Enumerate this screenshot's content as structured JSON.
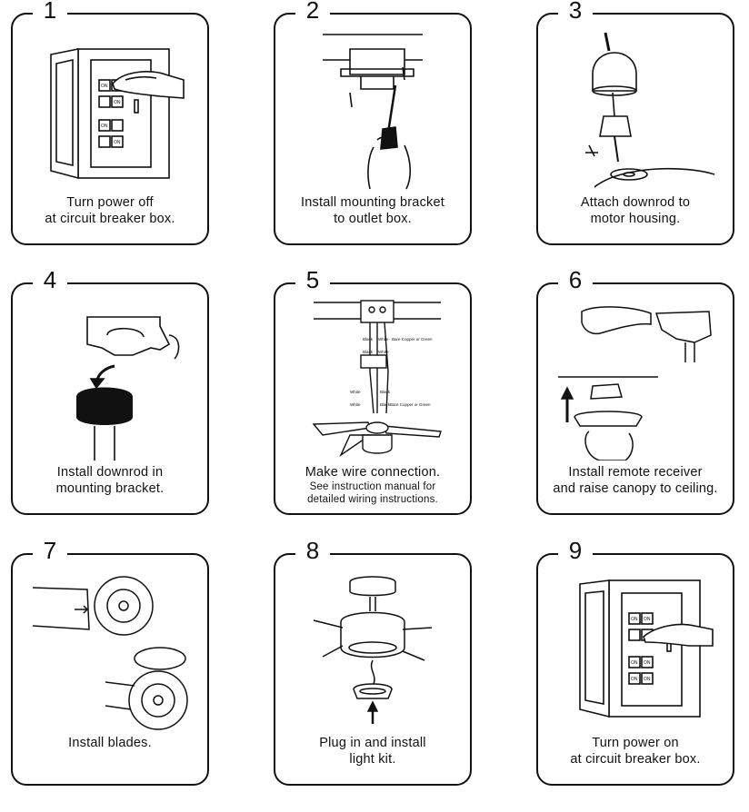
{
  "steps": [
    {
      "num": "1",
      "line1": "Turn power off",
      "line2": "at circuit breaker box."
    },
    {
      "num": "2",
      "line1": "Install mounting bracket",
      "line2": "to outlet box."
    },
    {
      "num": "3",
      "line1": "Attach downrod to",
      "line2": "motor housing."
    },
    {
      "num": "4",
      "line1": "Install downrod in",
      "line2": "mounting bracket."
    },
    {
      "num": "5",
      "line1": "Make wire connection.",
      "note1": "See instruction manual for",
      "note2": "detailed wiring instructions.",
      "wire_labels": {
        "black": "Black",
        "white": "White",
        "bare": "Bare Copper or Green",
        "bare2": "Bare Copper or Green"
      }
    },
    {
      "num": "6",
      "line1": "Install remote receiver",
      "line2": "and raise canopy to ceiling."
    },
    {
      "num": "7",
      "line1": "Install blades."
    },
    {
      "num": "8",
      "line1": "Plug in and install",
      "line2": "light kit."
    },
    {
      "num": "9",
      "line1": "Turn power on",
      "line2": "at circuit breaker box."
    }
  ],
  "breaker_label": "ON"
}
